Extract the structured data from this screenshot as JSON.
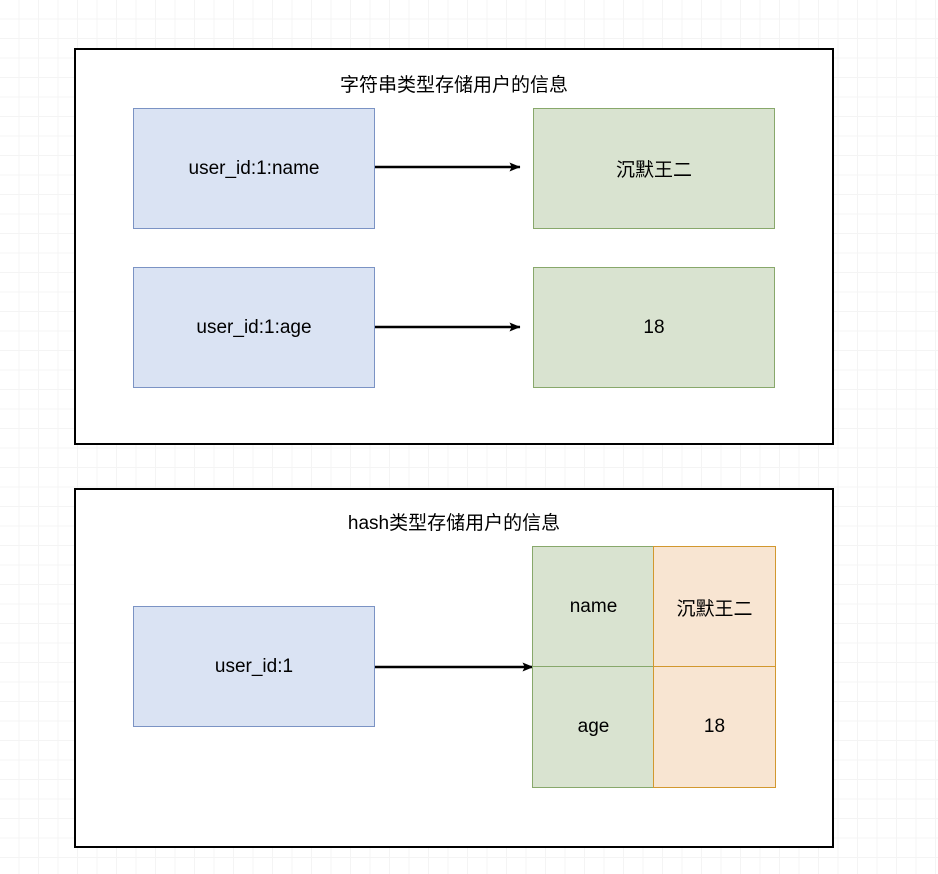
{
  "diagram": {
    "panels": [
      {
        "id": "string-panel",
        "title": "字符串类型存储用户的信息",
        "rows": [
          {
            "key": "user_id:1:name",
            "value": "沉默王二"
          },
          {
            "key": "user_id:1:age",
            "value": "18"
          }
        ]
      },
      {
        "id": "hash-panel",
        "title": "hash类型存储用户的信息",
        "key": "user_id:1",
        "fields": [
          {
            "field": "name",
            "value": "沉默王二"
          },
          {
            "field": "age",
            "value": "18"
          }
        ]
      }
    ],
    "colors": {
      "key_fill": "#dae3f3",
      "key_border": "#7b93c4",
      "value_fill": "#d9e3d0",
      "value_border": "#88a86b",
      "hash_value_fill": "#f8e5d2",
      "hash_value_border": "#d2982f",
      "panel_border": "#000000",
      "arrow": "#000000",
      "grid_minor": "#f4f4f4",
      "grid_major": "#d0d0d0"
    }
  }
}
